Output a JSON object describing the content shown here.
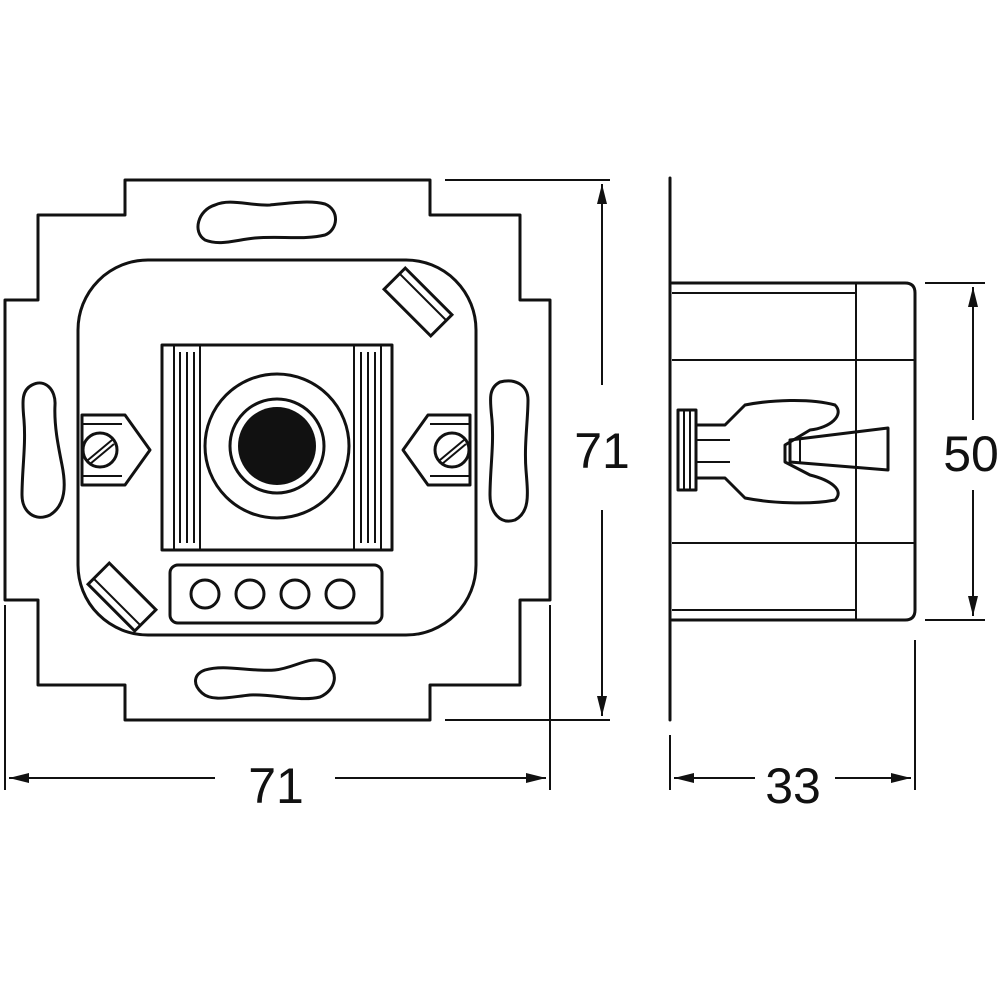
{
  "dimensions": {
    "front_width": "71",
    "front_height": "71",
    "side_height": "50",
    "side_depth": "33"
  }
}
